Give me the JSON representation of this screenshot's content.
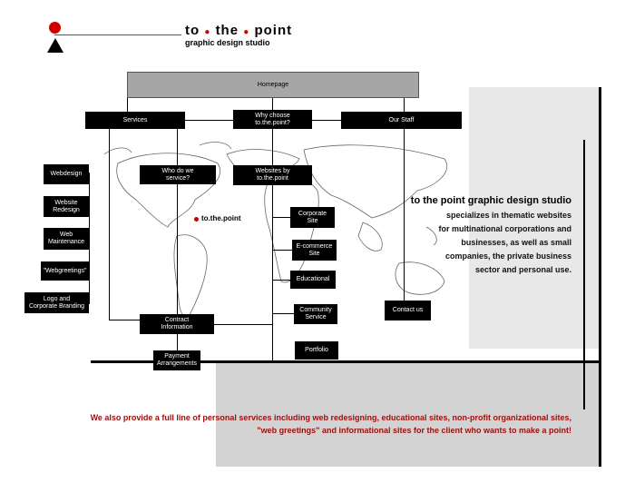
{
  "brand": {
    "word1": "to",
    "word2": "the",
    "word3": "point",
    "subtitle": "graphic design studio",
    "dot_color": "#cc0000"
  },
  "nodes": {
    "homepage": "Homepage",
    "services": "Services",
    "why_choose": "Why choose\nto.the.point?",
    "our_staff": "Our Staff",
    "webdesign": "Webdesign",
    "website_redesign": "Website\nRedesign",
    "web_maintenance": "Web\nMaintenance",
    "webgreetings": "\"Webgreetings\"",
    "logo_branding": "Logo and\nCorporate Branding",
    "who_do_we_service": "Who do we\nservice?",
    "websites_by": "Websites by\nto.the.point",
    "corporate_site": "Corporate\nSite",
    "ecommerce_site": "E-commerce\nSite",
    "educational": "Educational",
    "community_service": "Community\nService",
    "portfolio": "Portfolio",
    "contract_information": "Contract\nInformation",
    "payment_arrangements": "Payment\nArrangements",
    "contact_us": "Contact us"
  },
  "map_marker_label": "to.the.point",
  "description": {
    "heading": "to the point graphic design studio",
    "line1": "specializes in thematic websites",
    "line2": "for multinational corporations  and",
    "line3": "businesses, as well as small",
    "line4": "companies, the private business",
    "line5": "sector and personal  use."
  },
  "footer": {
    "line1": "We also provide a full line of personal services including web redesigning, educational sites, non-profit organizational sites,",
    "line2": "\"web greetings\" and informational sites for the client who wants to make a point!",
    "color": "#9b0f0f"
  },
  "colors": {
    "panel_gray": "#e8e8e8",
    "bottom_gray": "#d3d3d3",
    "homepage_gray": "#a6a6a6"
  }
}
